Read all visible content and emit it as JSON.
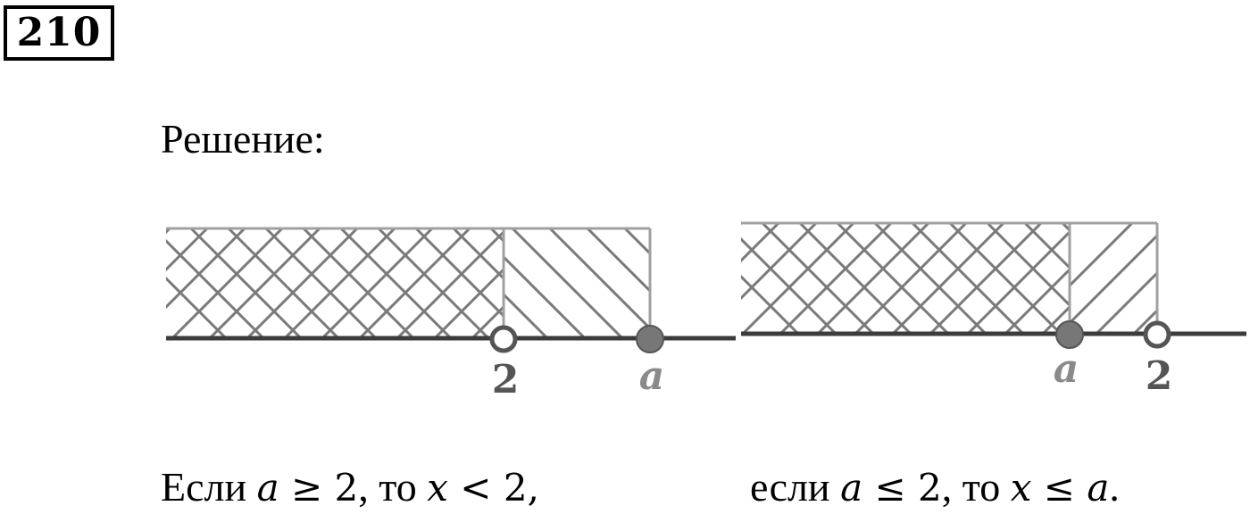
{
  "problem": {
    "number": "210",
    "solution_label": "Решение:"
  },
  "diagrams": [
    {
      "point_a_label": "a",
      "point_2_label": "2"
    },
    {
      "point_a_label": "a",
      "point_2_label": "2"
    }
  ],
  "captions": {
    "left": {
      "word1": "Если",
      "var1": "a",
      "op1": " ≥ 2",
      "word2": ", то ",
      "var2": "x",
      "op2": " < 2,"
    },
    "right": {
      "word1": "если",
      "var1": "a",
      "op1": " ≤ 2",
      "word2": ", то ",
      "var2": "x",
      "op2": " ≤ ",
      "var3": "a",
      "end": "."
    }
  },
  "colors": {
    "axis": "#3c3c3c",
    "hatch": "#7a7a7a",
    "frame": "#a0a0a0",
    "filled_point": "#777777",
    "label_grey": "#8a8a8a",
    "label_dark": "#555555"
  }
}
